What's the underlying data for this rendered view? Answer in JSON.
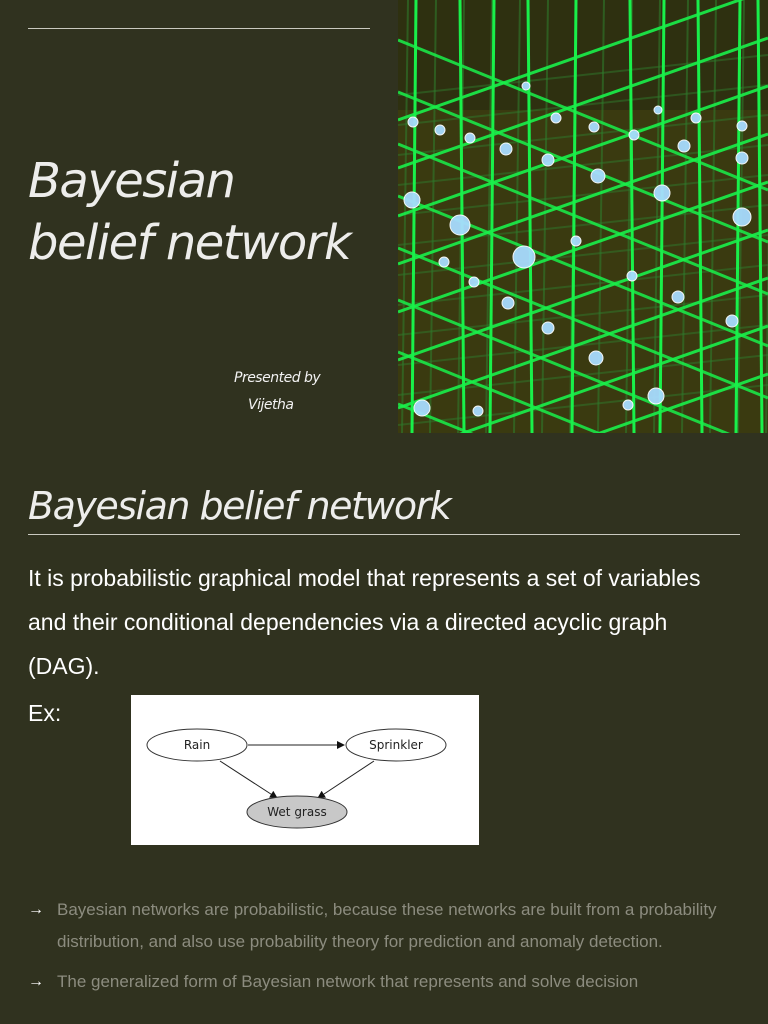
{
  "title_slide": {
    "title_line1": "Bayesian",
    "title_line2": "belief network",
    "presented_by": "Presented by",
    "presenter": "Vijetha"
  },
  "content_slide": {
    "heading": "Bayesian belief network",
    "intro": "It is probabilistic graphical model that represents a set of variables and their conditional dependencies via a directed acyclic graph (DAG).",
    "example_label": "Ex:",
    "diagram": {
      "nodes": {
        "rain": "Rain",
        "sprinkler": "Sprinkler",
        "wet_grass": "Wet grass"
      }
    },
    "bullets": [
      {
        "marker": "→",
        "text": "Bayesian networks are probabilistic, because these networks are built from a probability distribution, and also use probability theory for prediction and anomaly detection."
      },
      {
        "marker": "→",
        "text": "The generalized form of Bayesian network that represents and solve decision"
      }
    ]
  },
  "colors": {
    "background": "#30321f",
    "heading_text": "#ededeb",
    "bullet_text": "#8c8c7f",
    "grid_green": "#19f04a",
    "node_blue": "#a8dcff"
  },
  "hero_image": {
    "description_icon": "3d-lattice-network-image"
  }
}
